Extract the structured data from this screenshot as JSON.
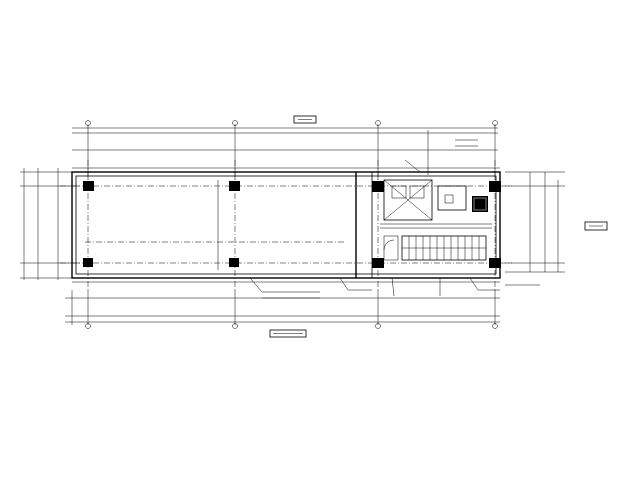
{
  "drawing": {
    "type": "floor-plan",
    "background": "#ffffff",
    "line_color": "#000000",
    "text_legible": false,
    "grid_axes_count": 5,
    "column_count": 8
  }
}
